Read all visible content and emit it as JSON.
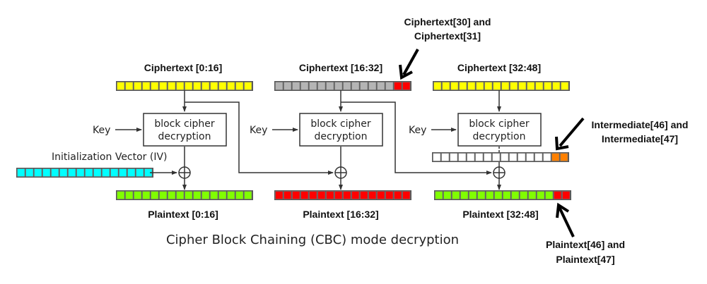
{
  "title": "Cipher Block Chaining (CBC) mode decryption",
  "colors": {
    "ciphertext": "#ffff00",
    "ciphertext_gray": "#b4b4b4",
    "highlight_red": "#ff0000",
    "iv": "#00ffff",
    "plaintext": "#80ff00",
    "intermediate": "#ffffff",
    "intermediate_highlight": "#ff8000"
  },
  "key_label": "Key",
  "cipher_box": {
    "line1": "block cipher",
    "line2": "decryption"
  },
  "iv_label": "Initialization Vector (IV)",
  "blocks": [
    {
      "ciphertext_label": "Ciphertext [0:16]",
      "plaintext_label": "Plaintext [0:16]",
      "ciphertext_cells": [
        "Y",
        "Y",
        "Y",
        "Y",
        "Y",
        "Y",
        "Y",
        "Y",
        "Y",
        "Y",
        "Y",
        "Y",
        "Y",
        "Y",
        "Y",
        "Y"
      ],
      "plaintext_cells": [
        "G",
        "G",
        "G",
        "G",
        "G",
        "G",
        "G",
        "G",
        "G",
        "G",
        "G",
        "G",
        "G",
        "G",
        "G",
        "G"
      ]
    },
    {
      "ciphertext_label": "Ciphertext [16:32]",
      "plaintext_label": "Plaintext [16:32]",
      "ciphertext_cells": [
        "S",
        "S",
        "S",
        "S",
        "S",
        "S",
        "S",
        "S",
        "S",
        "S",
        "S",
        "S",
        "S",
        "S",
        "R",
        "R"
      ],
      "plaintext_cells": [
        "R",
        "R",
        "R",
        "R",
        "R",
        "R",
        "R",
        "R",
        "R",
        "R",
        "R",
        "R",
        "R",
        "R",
        "R",
        "R"
      ]
    },
    {
      "ciphertext_label": "Ciphertext [32:48]",
      "plaintext_label": "Plaintext [32:48]",
      "ciphertext_cells": [
        "Y",
        "Y",
        "Y",
        "Y",
        "Y",
        "Y",
        "Y",
        "Y",
        "Y",
        "Y",
        "Y",
        "Y",
        "Y",
        "Y",
        "Y",
        "Y"
      ],
      "plaintext_cells": [
        "G",
        "G",
        "G",
        "G",
        "G",
        "G",
        "G",
        "G",
        "G",
        "G",
        "G",
        "G",
        "G",
        "G",
        "R",
        "R"
      ],
      "intermediate_cells": [
        "W",
        "W",
        "W",
        "W",
        "W",
        "W",
        "W",
        "W",
        "W",
        "W",
        "W",
        "W",
        "W",
        "W",
        "O",
        "O"
      ]
    }
  ],
  "iv_cells": [
    "C",
    "C",
    "C",
    "C",
    "C",
    "C",
    "C",
    "C",
    "C",
    "C",
    "C",
    "C",
    "C",
    "C",
    "C",
    "C"
  ],
  "annotations": {
    "ciphertext": {
      "line1": "Ciphertext[30] and",
      "line2": "Ciphertext[31]"
    },
    "intermediate": {
      "line1": "Intermediate[46] and",
      "line2": "Intermediate[47]"
    },
    "plaintext": {
      "line1": "Plaintext[46] and",
      "line2": "Plaintext[47]"
    }
  }
}
